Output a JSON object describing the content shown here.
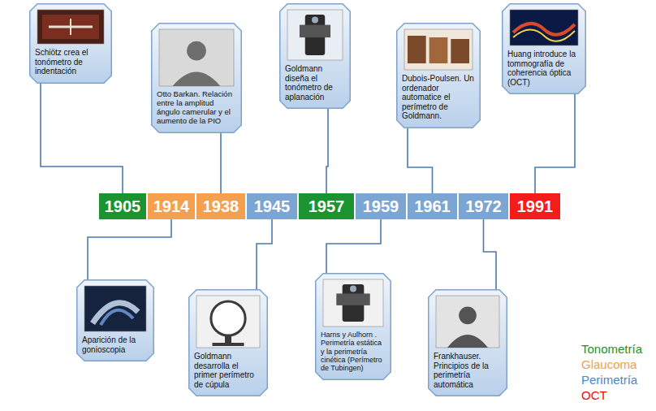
{
  "diagram": {
    "nodes": [
      {
        "text": [
          "Schiötz crea el tonómetro de indentación"
        ]
      },
      {
        "text": [
          "Otto Barkan. Relación entre la amplitud ángulo camerular y el aumento de la PIO"
        ]
      },
      {
        "text": [
          "Goldmann diseña el tonómetro de aplanación"
        ]
      },
      {
        "text": [
          "Dubois-Poulsen. Un ordenador automatice el perímetro de Goldmann."
        ]
      },
      {
        "text": [
          "Huang introduce la tommografía de coherencia óptica (OCT)"
        ]
      },
      {
        "text": [
          "1905"
        ]
      },
      {
        "text": [
          "1914"
        ]
      },
      {
        "text": [
          "1938"
        ]
      },
      {
        "text": [
          "1945"
        ]
      },
      {
        "text": [
          "1957"
        ]
      },
      {
        "text": [
          "1959"
        ]
      },
      {
        "text": [
          "1961"
        ]
      },
      {
        "text": [
          "1972"
        ]
      },
      {
        "text": [
          "1991"
        ]
      },
      {
        "text": [
          "Aparición de la gonioscopia"
        ]
      },
      {
        "text": [
          "Goldmann desarrolla el primer perímetro de cúpula"
        ]
      },
      {
        "text": [
          "Harns y Aulhorn . Perimetría estática y la perimetría cinética (Perímetro de Tubingen)"
        ]
      },
      {
        "text": [
          "Frankhauser. Principios de la perimetría automática"
        ]
      }
    ],
    "edges": [
      {
        "from": 0,
        "to": 5,
        "arrow": "none"
      },
      {
        "from": 14,
        "to": 6,
        "arrow": "none"
      },
      {
        "from": 1,
        "to": 7,
        "arrow": "none"
      },
      {
        "from": 15,
        "to": 8,
        "arrow": "none"
      },
      {
        "from": 2,
        "to": 9,
        "arrow": "none"
      },
      {
        "from": 16,
        "to": 10,
        "arrow": "none"
      },
      {
        "from": 3,
        "to": 11,
        "arrow": "none"
      },
      {
        "from": 17,
        "to": 12,
        "arrow": "none"
      },
      {
        "from": 4,
        "to": 13,
        "arrow": "none"
      }
    ],
    "legend": [
      {
        "text": "Tonometría",
        "color": "#1e8f2e"
      },
      {
        "text": "Glaucoma",
        "color": "#f4a04a"
      },
      {
        "text": "Perimetría",
        "color": "#4a86c8"
      },
      {
        "text": "OCT",
        "color": "#ff0000"
      }
    ]
  }
}
